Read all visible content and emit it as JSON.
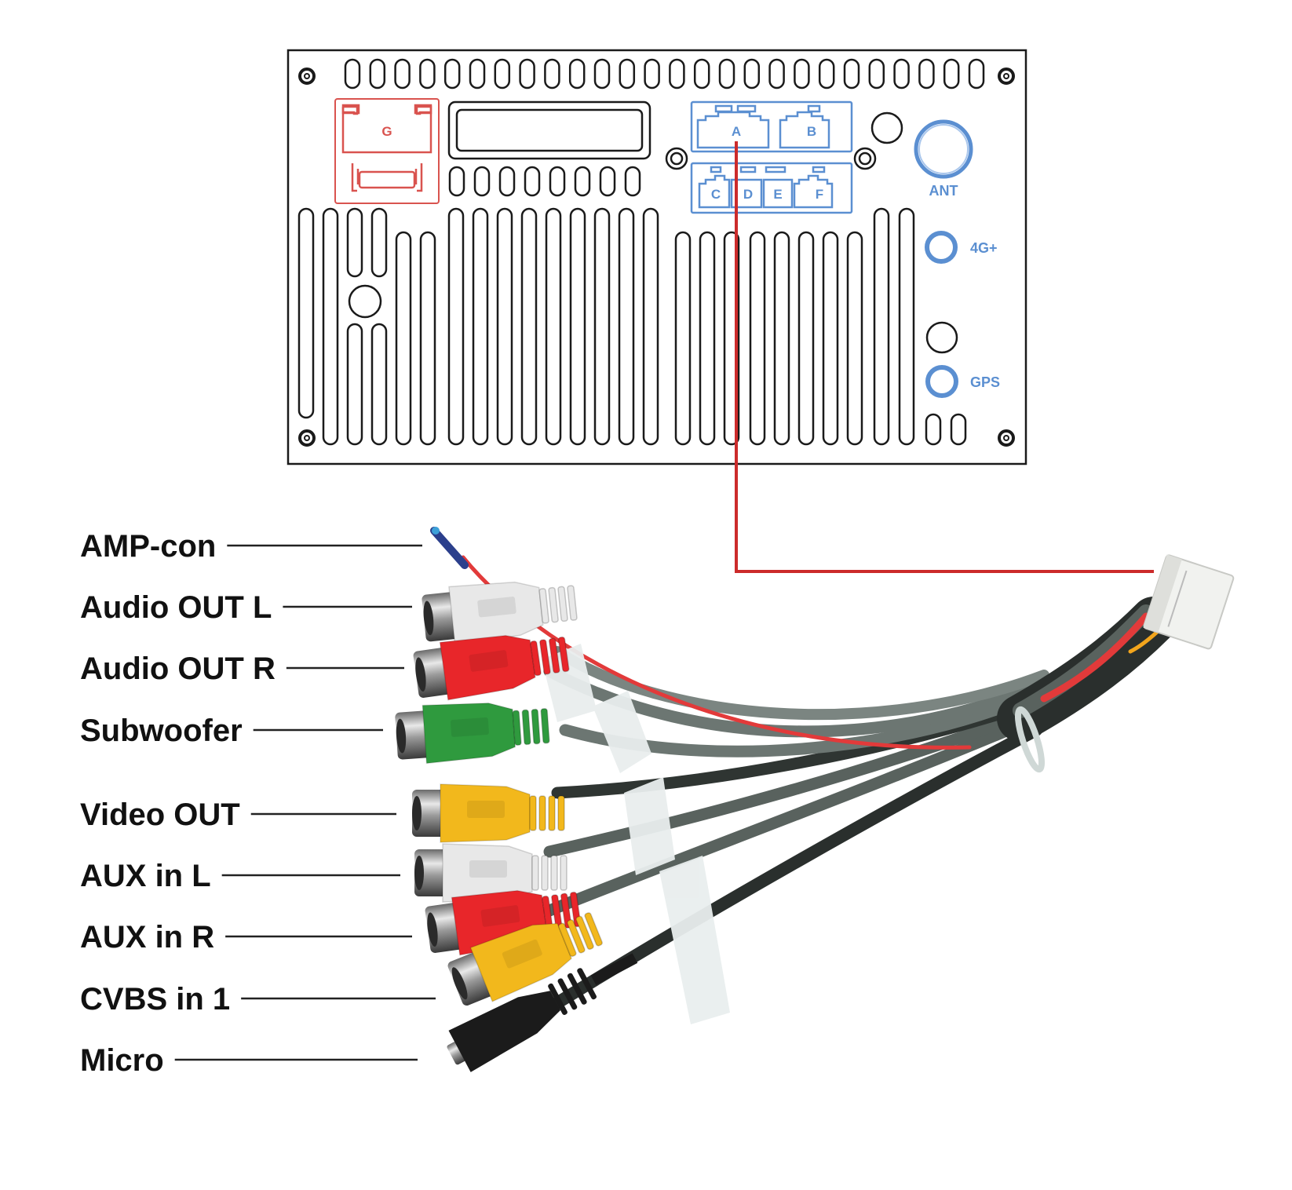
{
  "diagram": {
    "title": "Head unit rear panel and RCA harness wiring",
    "colors": {
      "outline": "#1a1a1a",
      "power_connector": "#d9534f",
      "harness_connectors": "#5b8fd1",
      "antenna_ports": "#5b8fd1",
      "link_line": "#cc2b2b"
    },
    "panel": {
      "power_connector": {
        "label": "G"
      },
      "harness_connectors": [
        {
          "label": "A",
          "linked_to_harness": true
        },
        {
          "label": "B"
        },
        {
          "label": "C"
        },
        {
          "label": "D"
        },
        {
          "label": "E"
        },
        {
          "label": "F"
        }
      ],
      "ports": [
        {
          "label": "ANT"
        },
        {
          "label": "4G+"
        },
        {
          "label": "GPS"
        }
      ]
    },
    "harness": {
      "leads": [
        {
          "label": "AMP-con",
          "type": "wire",
          "color": "#e23a3a"
        },
        {
          "label": "Audio OUT L",
          "type": "rca",
          "color": "#e8e8e8"
        },
        {
          "label": "Audio OUT R",
          "type": "rca",
          "color": "#e8262a"
        },
        {
          "label": "Subwoofer",
          "type": "rca",
          "color": "#2f9a3e"
        },
        {
          "label": "Video OUT",
          "type": "rca",
          "color": "#f2b81c"
        },
        {
          "label": "AUX in L",
          "type": "rca",
          "color": "#e8e8e8"
        },
        {
          "label": "AUX in R",
          "type": "rca",
          "color": "#e8262a"
        },
        {
          "label": "CVBS in 1",
          "type": "rca",
          "color": "#f2b81c"
        },
        {
          "label": "Micro",
          "type": "jack",
          "color": "#1b1b1b"
        }
      ]
    }
  }
}
